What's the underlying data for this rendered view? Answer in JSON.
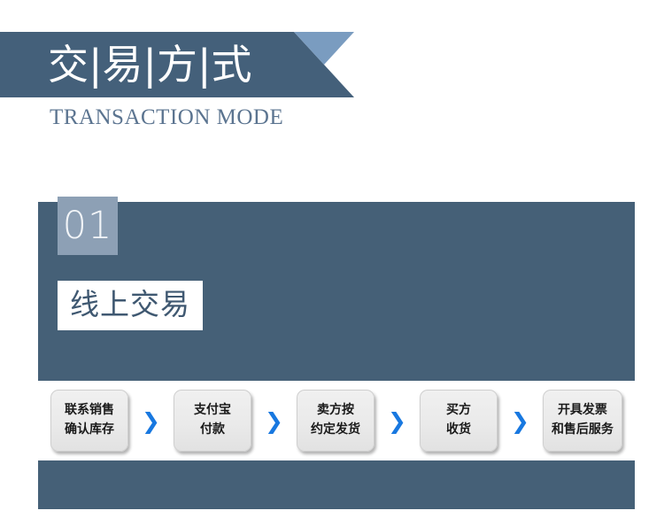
{
  "header": {
    "title": "交|易|方|式",
    "subtitle": "TRANSACTION MODE",
    "banner_color": "#44607a",
    "banner_accent_color": "#7a9cc0",
    "subtitle_color": "#5b7490"
  },
  "card": {
    "step_number": "01",
    "heading": "线上交易",
    "background_color": "#456077",
    "badge_color": "#8da0b5",
    "heading_box_color": "#ffffff",
    "heading_text_color": "#3f5871"
  },
  "process": {
    "arrow_glyph": "❯",
    "arrow_color": "#1878e0",
    "chip_color": "#eaeaea",
    "steps": [
      {
        "lines": [
          "联系销售",
          "确认库存"
        ]
      },
      {
        "lines": [
          "支付宝",
          "付款"
        ]
      },
      {
        "lines": [
          "卖方按",
          "约定发货"
        ]
      },
      {
        "lines": [
          "买方",
          "收货"
        ]
      },
      {
        "lines": [
          "开具发票",
          "和售后服务"
        ]
      }
    ]
  }
}
